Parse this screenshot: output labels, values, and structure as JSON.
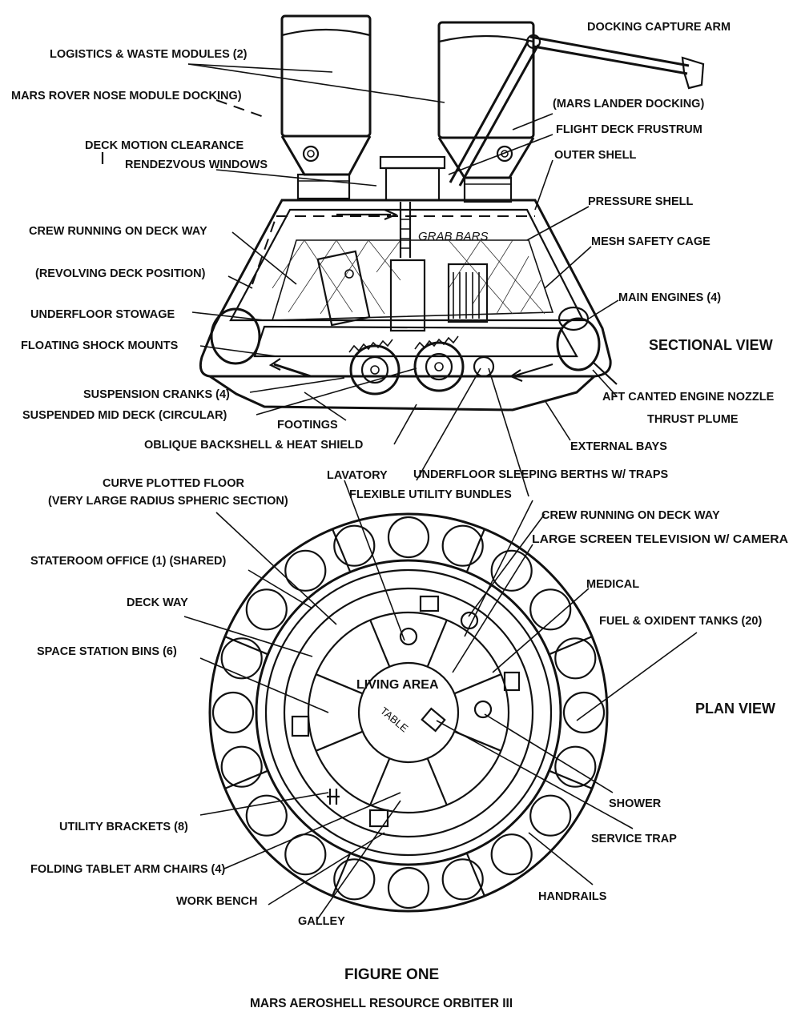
{
  "views": {
    "sectional": "SECTIONAL VIEW",
    "plan": "PLAN VIEW"
  },
  "caption": {
    "figure": "FIGURE ONE",
    "title": "MARS AEROSHELL RESOURCE ORBITER III"
  },
  "inline_text": {
    "grab_bars": "GRAB BARS",
    "living_area": "LIVING AREA",
    "table": "TABLE"
  },
  "sectional_labels": [
    "DOCKING CAPTURE ARM",
    "LOGISTICS & WASTE MODULES (2)",
    "MARS ROVER NOSE MODULE DOCKING)",
    "(MARS LANDER DOCKING)",
    "FLIGHT DECK FRUSTRUM",
    "DECK MOTION CLEARANCE",
    "RENDEZVOUS WINDOWS",
    "OUTER SHELL",
    "PRESSURE SHELL",
    "CREW RUNNING ON DECK WAY",
    "MESH SAFETY CAGE",
    "(REVOLVING DECK POSITION)",
    "MAIN ENGINES (4)",
    "UNDERFLOOR STOWAGE",
    "FLOATING SHOCK MOUNTS",
    "SUSPENSION CRANKS (4)",
    "SUSPENDED MID DECK (CIRCULAR)",
    "AFT CANTED ENGINE NOZZLE",
    "THRUST PLUME",
    "FOOTINGS",
    "OBLIQUE BACKSHELL & HEAT SHIELD",
    "EXTERNAL BAYS"
  ],
  "plan_labels": [
    "LAVATORY",
    "UNDERFLOOR SLEEPING BERTHS W/ TRAPS",
    "FLEXIBLE UTILITY BUNDLES",
    "CURVE PLOTTED FLOOR",
    "(VERY LARGE RADIUS SPHERIC SECTION)",
    "CREW RUNNING ON DECK WAY",
    "LARGE SCREEN TELEVISION W/ CAMERA",
    "STATEROOM OFFICE (1) (SHARED)",
    "MEDICAL",
    "DECK WAY",
    "FUEL & OXIDENT TANKS (20)",
    "SPACE STATION BINS (6)",
    "SHOWER",
    "UTILITY BRACKETS (8)",
    "SERVICE TRAP",
    "FOLDING TABLET ARM CHAIRS (4)",
    "HANDRAILS",
    "WORK BENCH",
    "GALLEY"
  ]
}
